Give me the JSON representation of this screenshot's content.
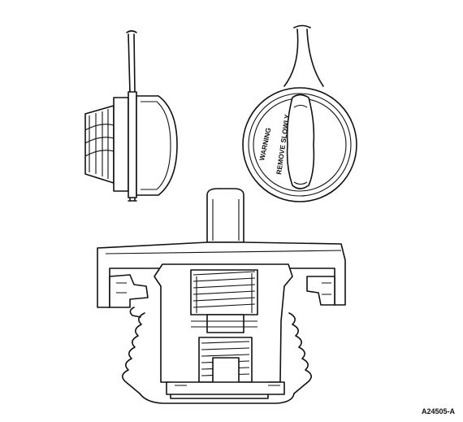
{
  "figure": {
    "id": "A24505-A",
    "cap_face_text": {
      "warning": "WARNING",
      "instruction": "REMOVE SLOWLY"
    }
  }
}
